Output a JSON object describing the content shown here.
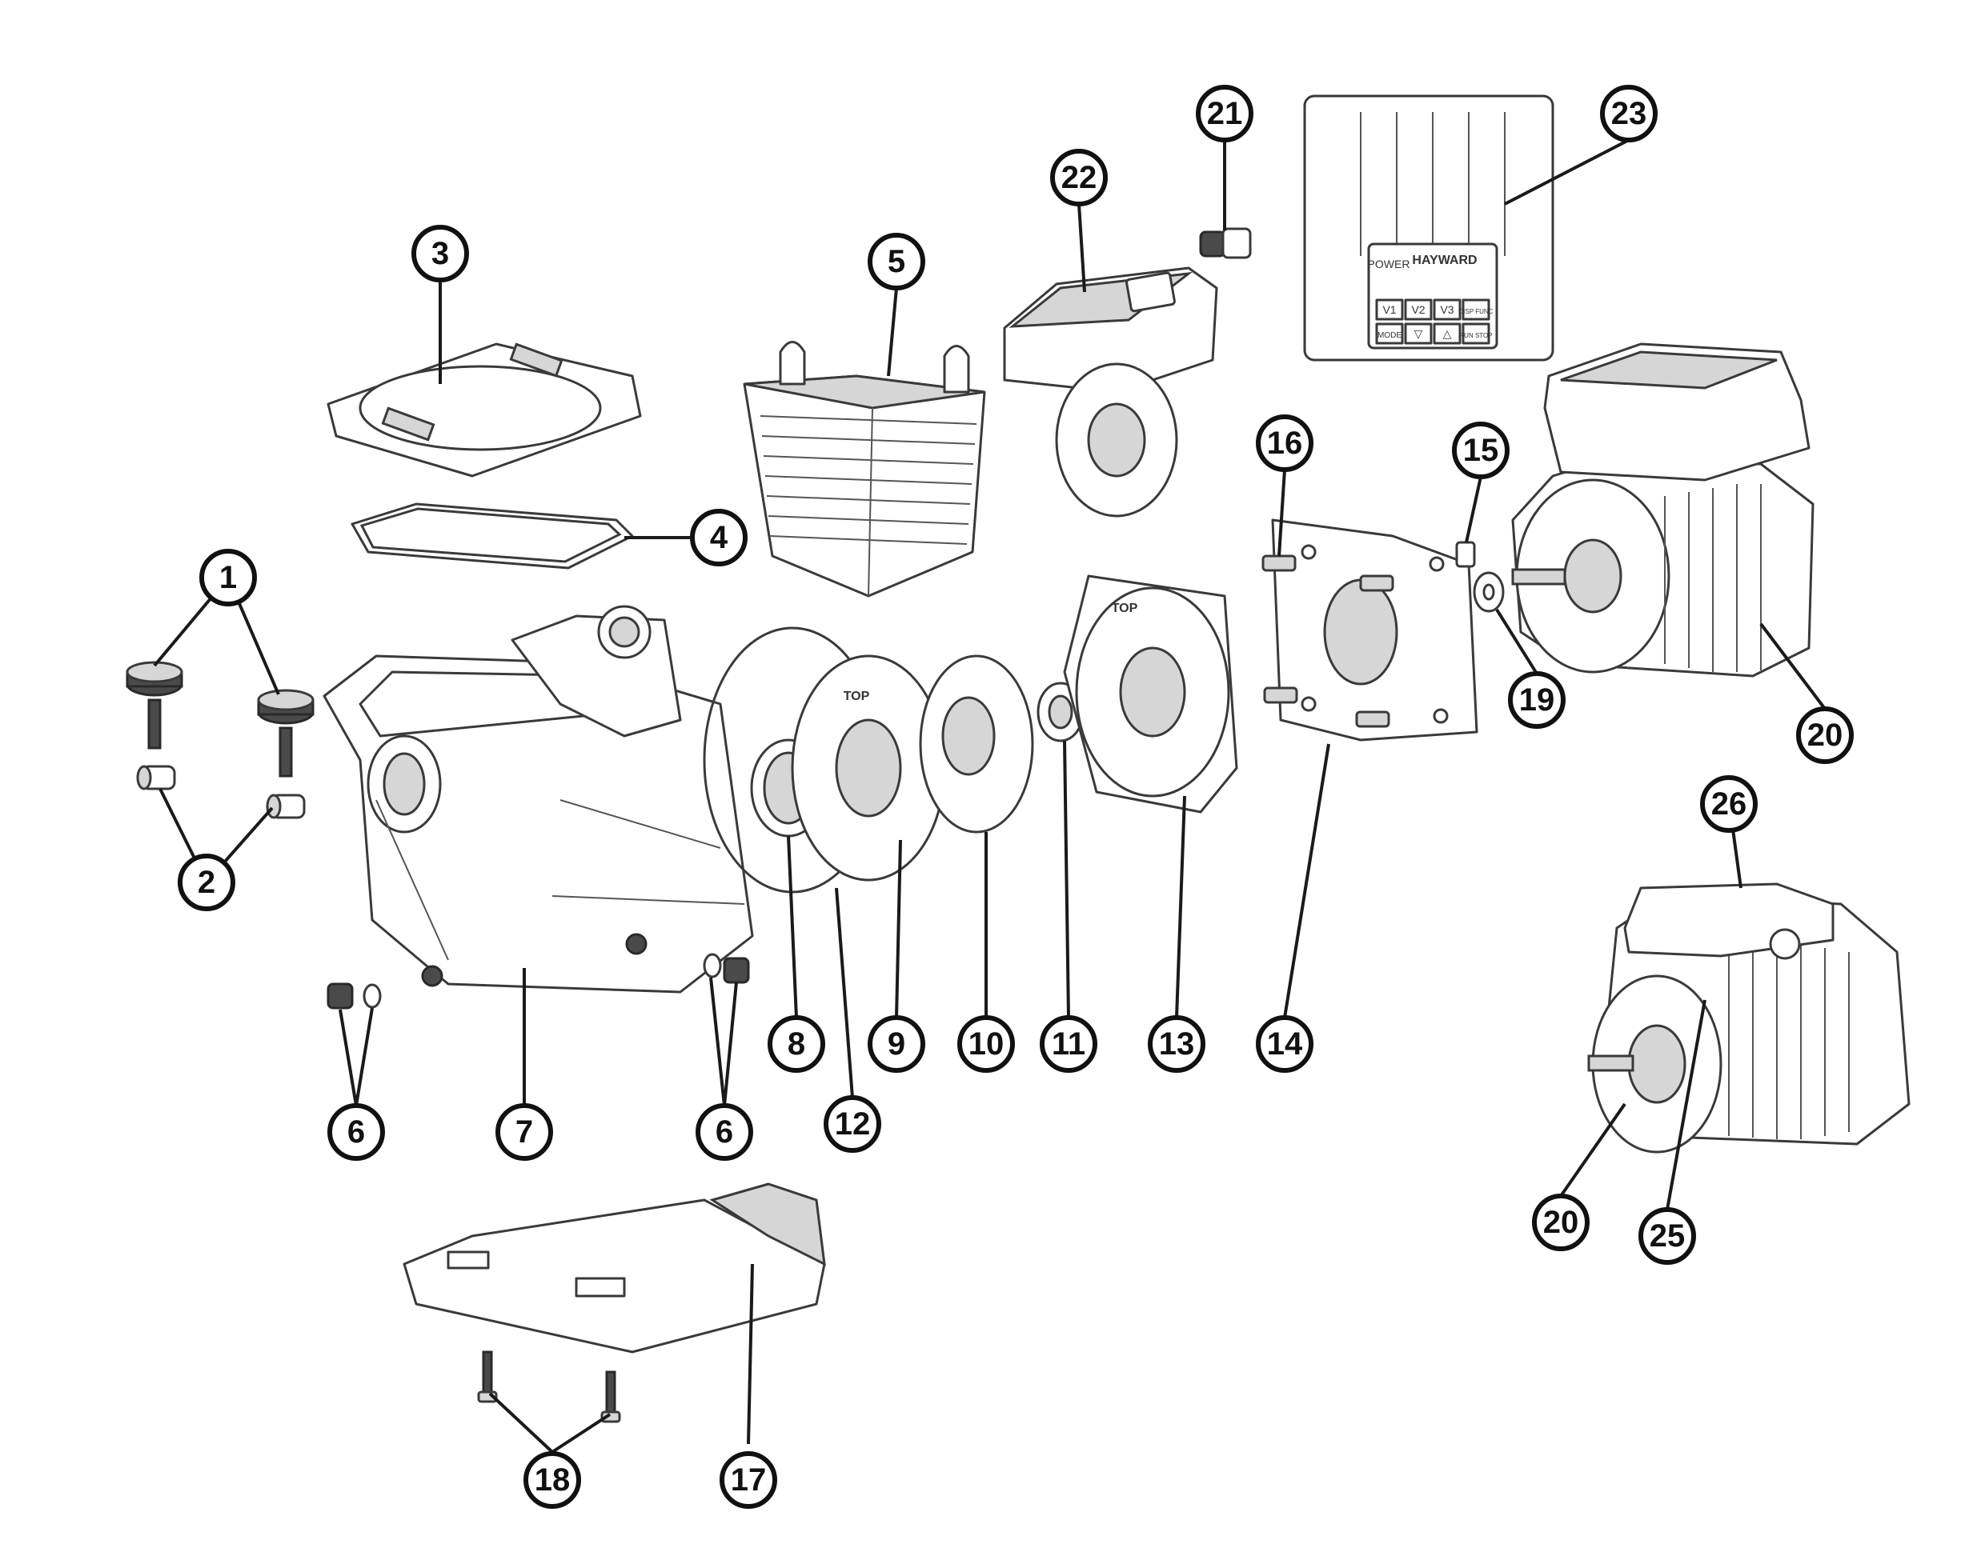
{
  "callouts": [
    {
      "id": "c1",
      "label": "1"
    },
    {
      "id": "c2",
      "label": "2"
    },
    {
      "id": "c3",
      "label": "3"
    },
    {
      "id": "c4",
      "label": "4"
    },
    {
      "id": "c5",
      "label": "5"
    },
    {
      "id": "c6a",
      "label": "6"
    },
    {
      "id": "c6b",
      "label": "6"
    },
    {
      "id": "c7",
      "label": "7"
    },
    {
      "id": "c8",
      "label": "8"
    },
    {
      "id": "c9",
      "label": "9"
    },
    {
      "id": "c10",
      "label": "10"
    },
    {
      "id": "c11",
      "label": "11"
    },
    {
      "id": "c12",
      "label": "12"
    },
    {
      "id": "c13",
      "label": "13"
    },
    {
      "id": "c14",
      "label": "14"
    },
    {
      "id": "c15",
      "label": "15"
    },
    {
      "id": "c16",
      "label": "16"
    },
    {
      "id": "c17",
      "label": "17"
    },
    {
      "id": "c18",
      "label": "18"
    },
    {
      "id": "c19",
      "label": "19"
    },
    {
      "id": "c20a",
      "label": "20"
    },
    {
      "id": "c20b",
      "label": "20"
    },
    {
      "id": "c21",
      "label": "21"
    },
    {
      "id": "c22",
      "label": "22"
    },
    {
      "id": "c23",
      "label": "23"
    },
    {
      "id": "c25",
      "label": "25"
    },
    {
      "id": "c26",
      "label": "26"
    }
  ],
  "part_markings": {
    "impeller_top": "TOP",
    "seal_plate_top": "TOP",
    "controller_power": "POWER",
    "controller_brand": "HAYWARD",
    "buttons": [
      "V1",
      "V2",
      "V3",
      "DISP FUNC",
      "MODE",
      "▽",
      "△",
      "RUN STOP"
    ]
  }
}
